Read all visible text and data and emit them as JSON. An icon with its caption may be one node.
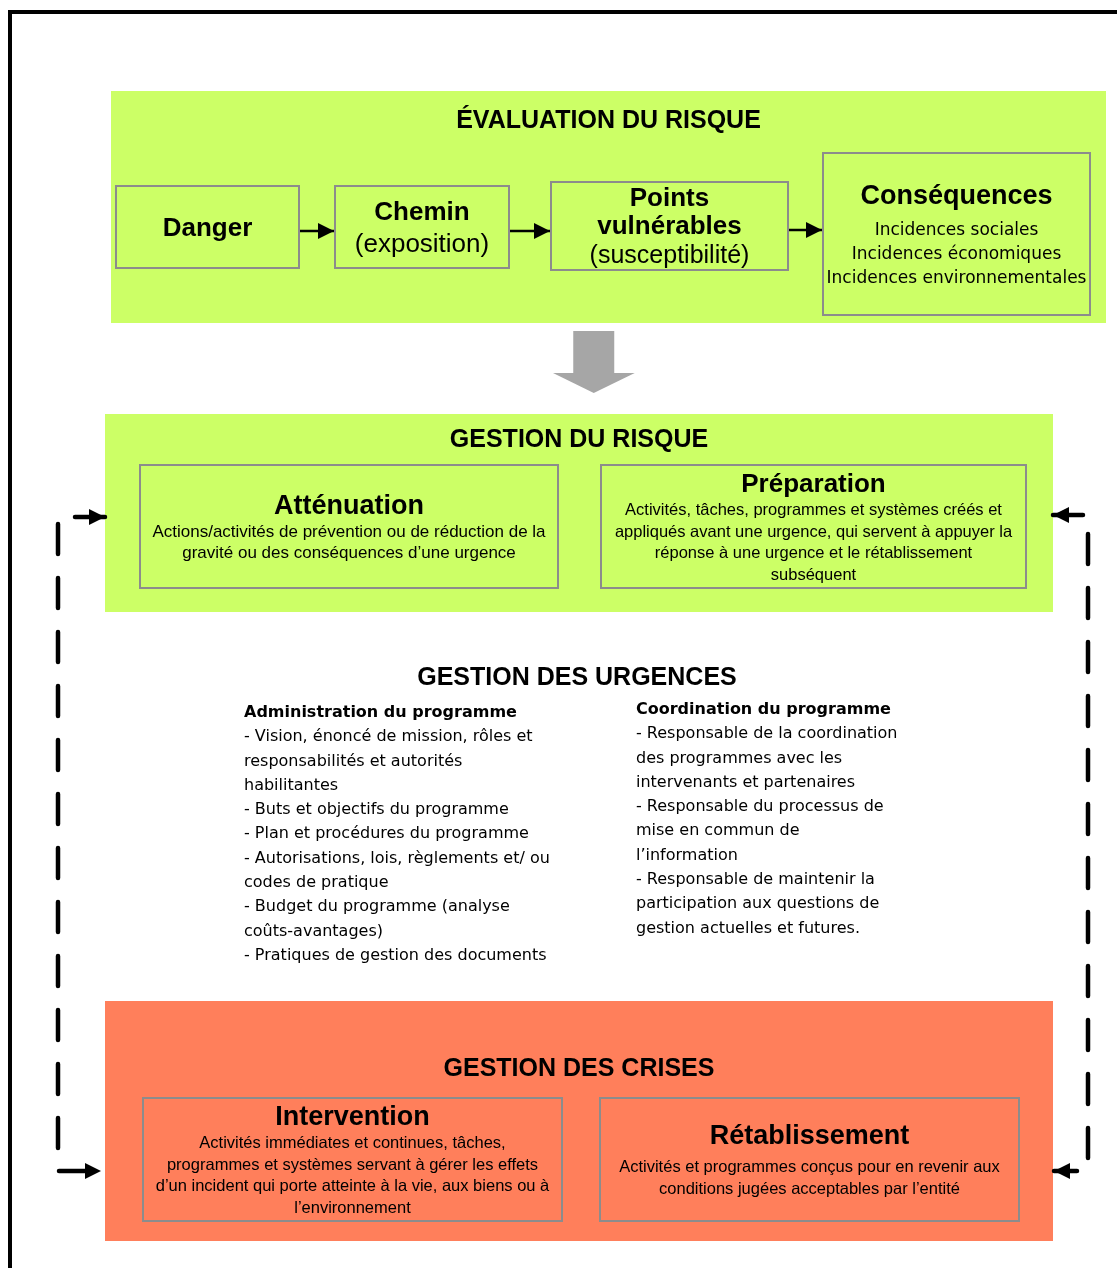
{
  "diagram": {
    "nodes": [
      {
        "text": [
          "ÉVALUATION DU RISQUE"
        ]
      },
      {
        "text": [
          "Danger"
        ],
        "in": 0
      },
      {
        "text": [
          "Chemin",
          "(exposition)"
        ],
        "in": 0
      },
      {
        "text": [
          "Points vulnérables",
          "(susceptibilité)"
        ],
        "in": 0
      },
      {
        "text": [
          "Conséquences",
          "Incidences sociales",
          "Incidences économiques",
          "Incidences environnementales"
        ],
        "in": 0
      },
      {
        "text": [
          "GESTION DU RISQUE"
        ]
      },
      {
        "text": [
          "Atténuation",
          "Actions/activités de prévention ou de réduction de la gravité ou des conséquences d’une urgence"
        ],
        "in": 5
      },
      {
        "text": [
          "Préparation",
          "Activités, tâches, programmes et systèmes créés et appliqués avant une urgence, qui servent à appuyer la réponse à une urgence et le rétablissement subséquent"
        ],
        "in": 5
      },
      {
        "text": [
          "GESTION DES CRISES"
        ]
      },
      {
        "text": [
          "Intervention",
          "Activités immédiates et continues, tâches, programmes et systèmes servant à gérer les effets d’un incident qui porte atteinte à la vie, aux biens ou à l’environnement"
        ],
        "in": 8
      },
      {
        "text": [
          "Rétablissement",
          "Activités et programmes conçus pour en revenir aux conditions jugées acceptables par l’entité"
        ],
        "in": 8
      }
    ],
    "edges": [
      {
        "from": 1,
        "to": 2,
        "arrow": "to"
      },
      {
        "from": 2,
        "to": 3,
        "arrow": "to"
      },
      {
        "from": 3,
        "to": 4,
        "arrow": "to"
      },
      {
        "from": 0,
        "to": 5,
        "arrow": "to",
        "style": "thick",
        "color": "#a6a6a6"
      },
      {
        "from": 5,
        "to": 8,
        "arrow": "both",
        "style": "dashed"
      },
      {
        "from": 5,
        "to": 8,
        "arrow": "both",
        "style": "dashed"
      }
    ],
    "labels": [
      "GESTION DES URGENCES",
      "Administration du programme",
      "- Vision, énoncé de mission, rôles et responsabilités et autorités habilitantes",
      "- Buts et objectifs du programme",
      "- Plan et procédures du programme",
      "- Autorisations, lois, règlements et/ ou codes de pratique",
      "- Budget du programme (analyse coûts-avantages)",
      "- Pratiques de gestion des documents",
      "Coordination du programme",
      "- Responsable de la coordination des programmes avec les intervenants et partenaires",
      "- Responsable du processus de mise en commun de l’information",
      "- Responsable de maintenir la participation aux questions de gestion actuelles et futures."
    ]
  }
}
